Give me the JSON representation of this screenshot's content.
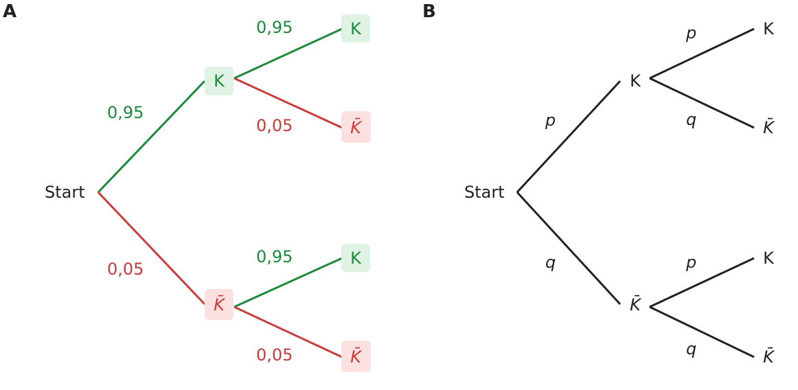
{
  "colors": {
    "green": "#1b8a3a",
    "red": "#cc3b3b",
    "dark": "#222222",
    "green_bg": "#dff3e4",
    "red_bg": "#fde0e0"
  },
  "panel_a": {
    "letter": "A",
    "start": "Start",
    "level1": [
      {
        "prob": "0,95",
        "node": "K",
        "type": "K",
        "children": [
          {
            "prob": "0,95",
            "node": "K",
            "type": "K"
          },
          {
            "prob": "0,05",
            "node": "K̄",
            "type": "Kbar"
          }
        ]
      },
      {
        "prob": "0,05",
        "node": "K̄",
        "type": "Kbar",
        "children": [
          {
            "prob": "0,95",
            "node": "K",
            "type": "K"
          },
          {
            "prob": "0,05",
            "node": "K̄",
            "type": "Kbar"
          }
        ]
      }
    ]
  },
  "panel_b": {
    "letter": "B",
    "start": "Start",
    "level1": [
      {
        "prob": "p",
        "node": "K",
        "type": "K",
        "children": [
          {
            "prob": "p",
            "node": "K",
            "type": "K"
          },
          {
            "prob": "q",
            "node": "K̄",
            "type": "Kbar"
          }
        ]
      },
      {
        "prob": "q",
        "node": "K̄",
        "type": "Kbar",
        "children": [
          {
            "prob": "p",
            "node": "K",
            "type": "K"
          },
          {
            "prob": "q",
            "node": "K̄",
            "type": "Kbar"
          }
        ]
      }
    ]
  }
}
